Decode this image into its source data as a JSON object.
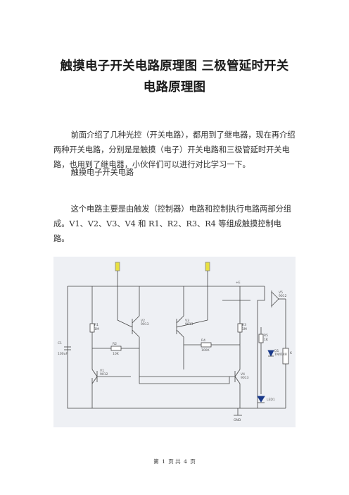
{
  "document": {
    "title_line1": "触摸电子开关电路原理图 三极管延时开关",
    "title_line2": "电路原理图",
    "paragraphs": [
      "前面介绍了几种光控（开关电路），都用到了继电器，现在再介绍两种开关电路，分别是是触摸（电子）开关电路和三极管延时开关电路，也用到了继电器，小伙伴们可以进行对比学习一下。",
      "触摸电子开关电路",
      "这个电路主要是由触发（控制器）电路和控制执行电路两部分组成。V1、V2、V3、V4 和 R1、R2、R3、R4 等组成触摸控制电路。"
    ]
  },
  "circuit": {
    "supply_label": "+E",
    "ground_label": "GND",
    "labels": {
      "r1": "R1",
      "r1_val": "1M",
      "r2": "R2",
      "r2_val": "10K",
      "r3": "R3",
      "r3_val": "1M",
      "r4": "R4",
      "r4_val": "100K",
      "r5": "R5",
      "r5_val": "1K",
      "v1": "V1",
      "v1_type": "9012",
      "v2": "V2",
      "v2_type": "9013",
      "v3": "V3",
      "v3_type": "9013",
      "v4": "V4",
      "v4_type": "9013",
      "v5": "V5",
      "v5_type": "9012",
      "c1": "C1",
      "c1_val": "100uF",
      "d1": "D1",
      "d1_val": "1N4148",
      "led": "LED1",
      "k": "K"
    }
  },
  "footer": {
    "prefix": "第",
    "page": "1",
    "middle": "页 共",
    "total": "4",
    "suffix": "页"
  }
}
